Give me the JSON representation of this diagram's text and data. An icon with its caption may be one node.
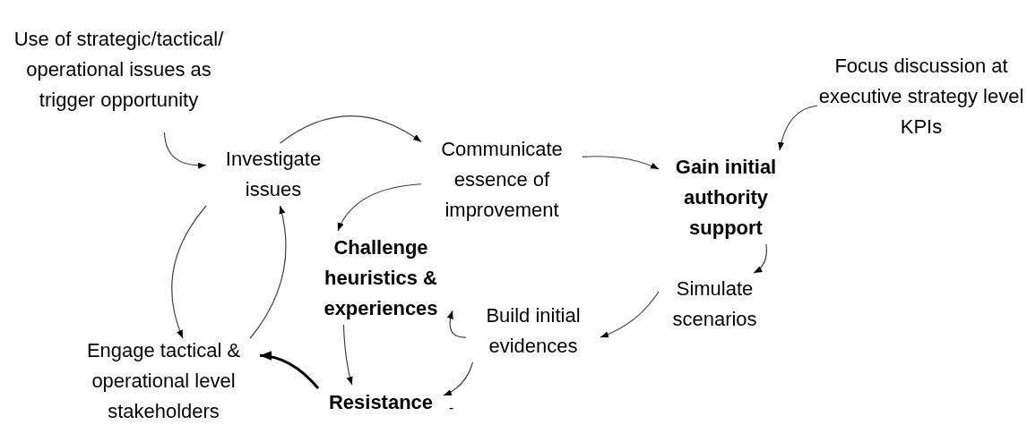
{
  "diagram": {
    "nodes": [
      {
        "text": [
          "Use of strategic/tactical/ operational issues as trigger opportunity"
        ]
      },
      {
        "text": [
          "Investigate issues"
        ]
      },
      {
        "text": [
          "Communicate essence of improvement"
        ]
      },
      {
        "text": [
          "Gain initial authority support"
        ]
      },
      {
        "text": [
          "Focus discussion at executive strategy level KPIs"
        ]
      },
      {
        "text": [
          "Challenge heuristics & experiences"
        ]
      },
      {
        "text": [
          "Simulate scenarios"
        ]
      },
      {
        "text": [
          "Build initial evidences"
        ]
      },
      {
        "text": [
          "Engage tactical & operational level stakeholders"
        ]
      },
      {
        "text": [
          "Resistance"
        ],
        "beside": [
          "-"
        ]
      }
    ],
    "edges": [
      {
        "from": 0,
        "to": 1,
        "arrow": "to"
      },
      {
        "from": 1,
        "to": 2,
        "arrow": "to"
      },
      {
        "from": 2,
        "to": 3,
        "arrow": "to"
      },
      {
        "from": 4,
        "to": 3,
        "arrow": "to"
      },
      {
        "from": 2,
        "to": 5,
        "arrow": "to"
      },
      {
        "from": 1,
        "to": 8,
        "arrow": "to"
      },
      {
        "from": 8,
        "to": 1,
        "arrow": "to"
      },
      {
        "from": 5,
        "to": 9,
        "arrow": "to"
      },
      {
        "from": 7,
        "to": 5,
        "arrow": "to"
      },
      {
        "from": 7,
        "to": 9,
        "arrow": "to"
      },
      {
        "from": 9,
        "to": 8,
        "arrow": "to",
        "style": "thick"
      },
      {
        "from": 3,
        "to": 6,
        "arrow": "to"
      },
      {
        "from": 6,
        "to": 7,
        "arrow": "to"
      }
    ]
  }
}
